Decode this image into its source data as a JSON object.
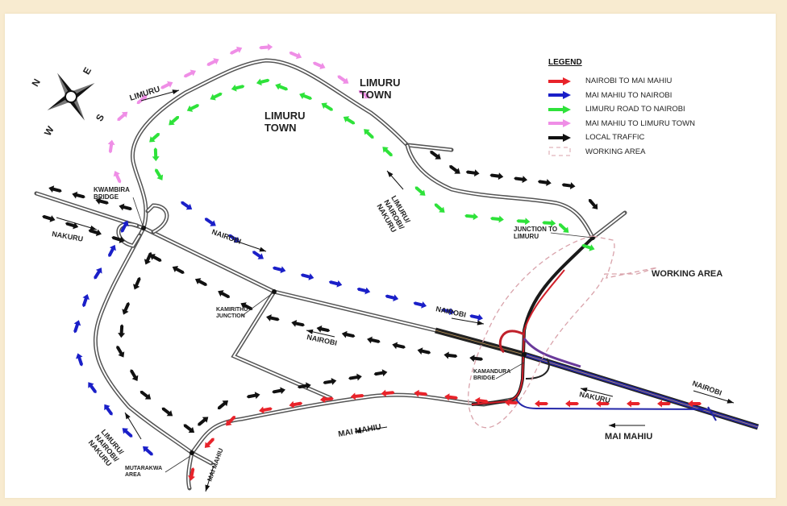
{
  "legend": {
    "title": "LEGEND",
    "items": [
      {
        "label": "NAIROBI TO MAI MAHIU",
        "color": "#e8232a",
        "kind": "arrow"
      },
      {
        "label": "MAI MAHIU TO NAIROBI",
        "color": "#1a1fc8",
        "kind": "arrow"
      },
      {
        "label": "LIMURU ROAD TO NAIROBI",
        "color": "#2ee23a",
        "kind": "arrow"
      },
      {
        "label": "MAI MAHIU TO LIMURU TOWN",
        "color": "#ef8ee6",
        "kind": "arrow"
      },
      {
        "label": "LOCAL  TRAFFIC",
        "color": "#111111",
        "kind": "arrow"
      },
      {
        "label": "WORKING AREA",
        "color": "#d8a0aa",
        "kind": "dashed-box"
      }
    ]
  },
  "compass": {
    "n": "N",
    "e": "E",
    "s": "S",
    "w": "W"
  },
  "labels": {
    "limuru_town_1": [
      "LIMURU",
      "TOWN"
    ],
    "limuru_town_2": [
      "LIMURU",
      "TOWN"
    ],
    "limuru_nw": "LIMURU",
    "kwambira": [
      "KWAMBIRA",
      "BRIDGE"
    ],
    "nakuru_w": "NAKURU",
    "nairobi_1": "NAIROBI",
    "nairobi_2": "NAIROBI",
    "nairobi_3": "NAIROBI",
    "nairobi_w": "NAIROBI",
    "kamirithu": [
      "KAMIRITHU",
      "JUNCTION"
    ],
    "limuru_nairobi_nakuru_1": [
      "LIMURU/",
      "NAIROBI/",
      "NAKURU"
    ],
    "limuru_nairobi_nakuru_2": [
      "LIMURU/",
      "NAIROBI/",
      "NAKURU"
    ],
    "junction_limuru": [
      "JUNCTION TO",
      "LIMURU"
    ],
    "working_area": "WORKING AREA",
    "kamandura": [
      "KAMANDURA",
      "BRIDGE"
    ],
    "nakuru_e": "NAKURU",
    "mai_mahiu_1": "MAI MAHIU",
    "mai_mahiu_2": "MAI MAHIU",
    "mai_mahiu_3": "MAI MAHIU",
    "mutarakwa": [
      "MUTARAKWA",
      "AREA"
    ]
  }
}
